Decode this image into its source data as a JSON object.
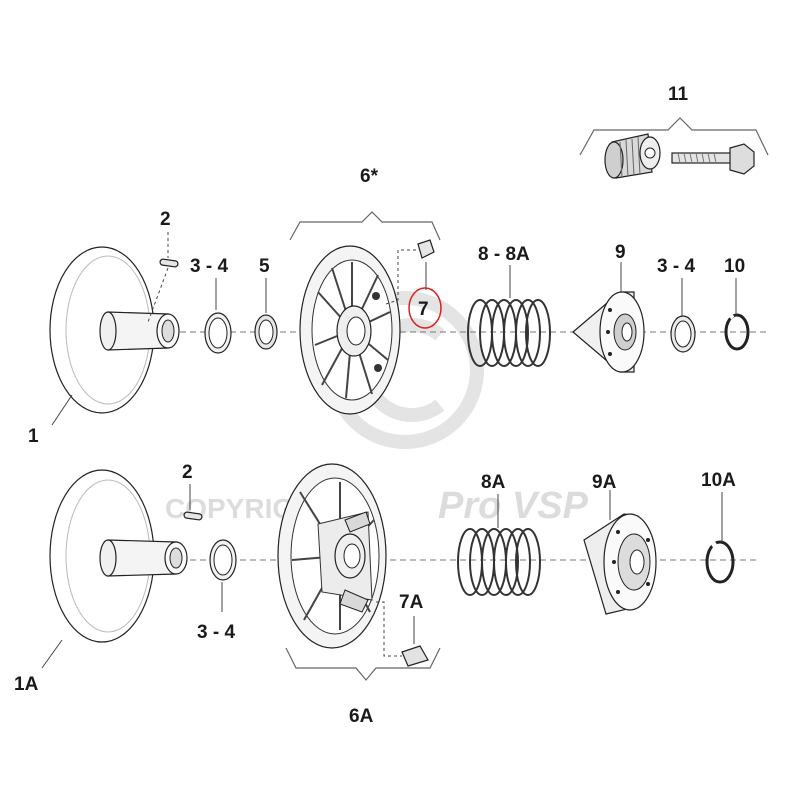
{
  "diagram": {
    "labels": {
      "p1": "1",
      "p1a": "1A",
      "p2_top": "2",
      "p2_bottom": "2",
      "p34_top": "3 - 4",
      "p34_bottom": "3 - 4",
      "p5": "5",
      "p6_star": "6*",
      "p6a": "6A",
      "p7": "7",
      "p7a": "7A",
      "p8_8a": "8 - 8A",
      "p8a": "8A",
      "p9": "9",
      "p9a": "9A",
      "p34_right": "3 - 4",
      "p10": "10",
      "p10a": "10A",
      "p11": "11"
    },
    "watermark": {
      "copyright": "COPYRIGHT",
      "brand": "Pro VSP"
    },
    "colors": {
      "highlight_circle": "#e02020",
      "line": "#222222",
      "watermark": "#dcdcdc"
    }
  }
}
